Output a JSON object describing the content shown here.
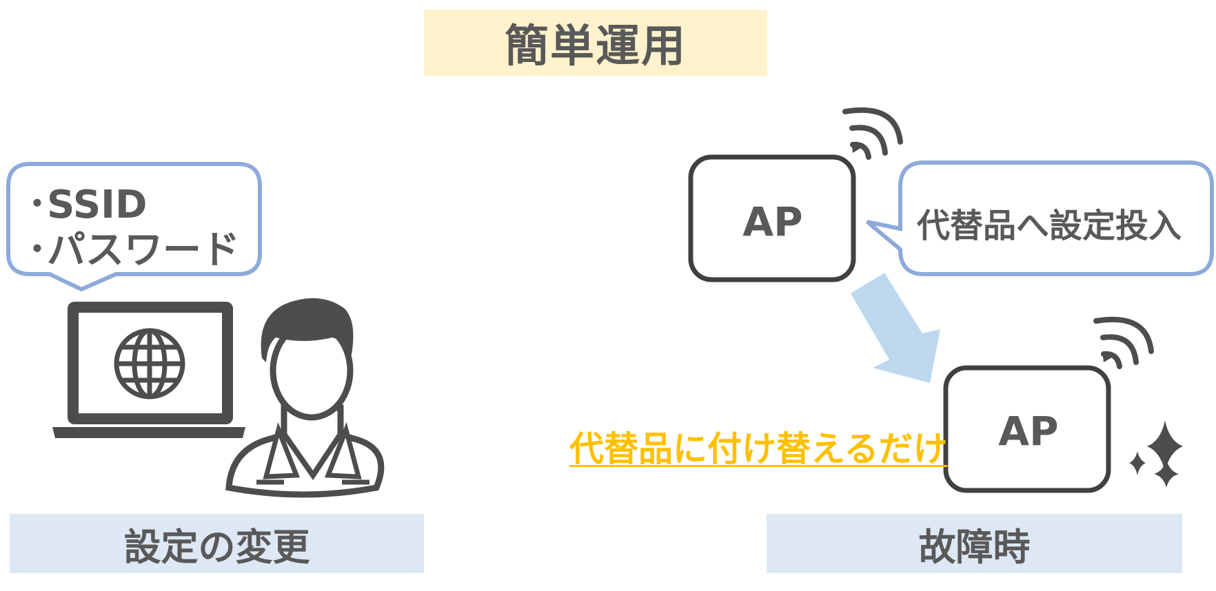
{
  "title": "簡単運用",
  "left": {
    "bubble_lines": [
      "･SSID",
      "･パスワード"
    ],
    "caption": "設定の変更"
  },
  "right": {
    "ap_label_top": "AP",
    "ap_label_bottom": "AP",
    "bubble_text": "代替品へ設定投入",
    "note": "代替品に付け替えるだけ",
    "caption": "故障時"
  },
  "colors": {
    "title_bg": "#fff2cc",
    "caption_bg": "#dde8f4",
    "bubble_border": "#8eaadb",
    "arrow": "#bdd7ee",
    "note": "#ffc000",
    "icon": "#4d4d4d"
  }
}
